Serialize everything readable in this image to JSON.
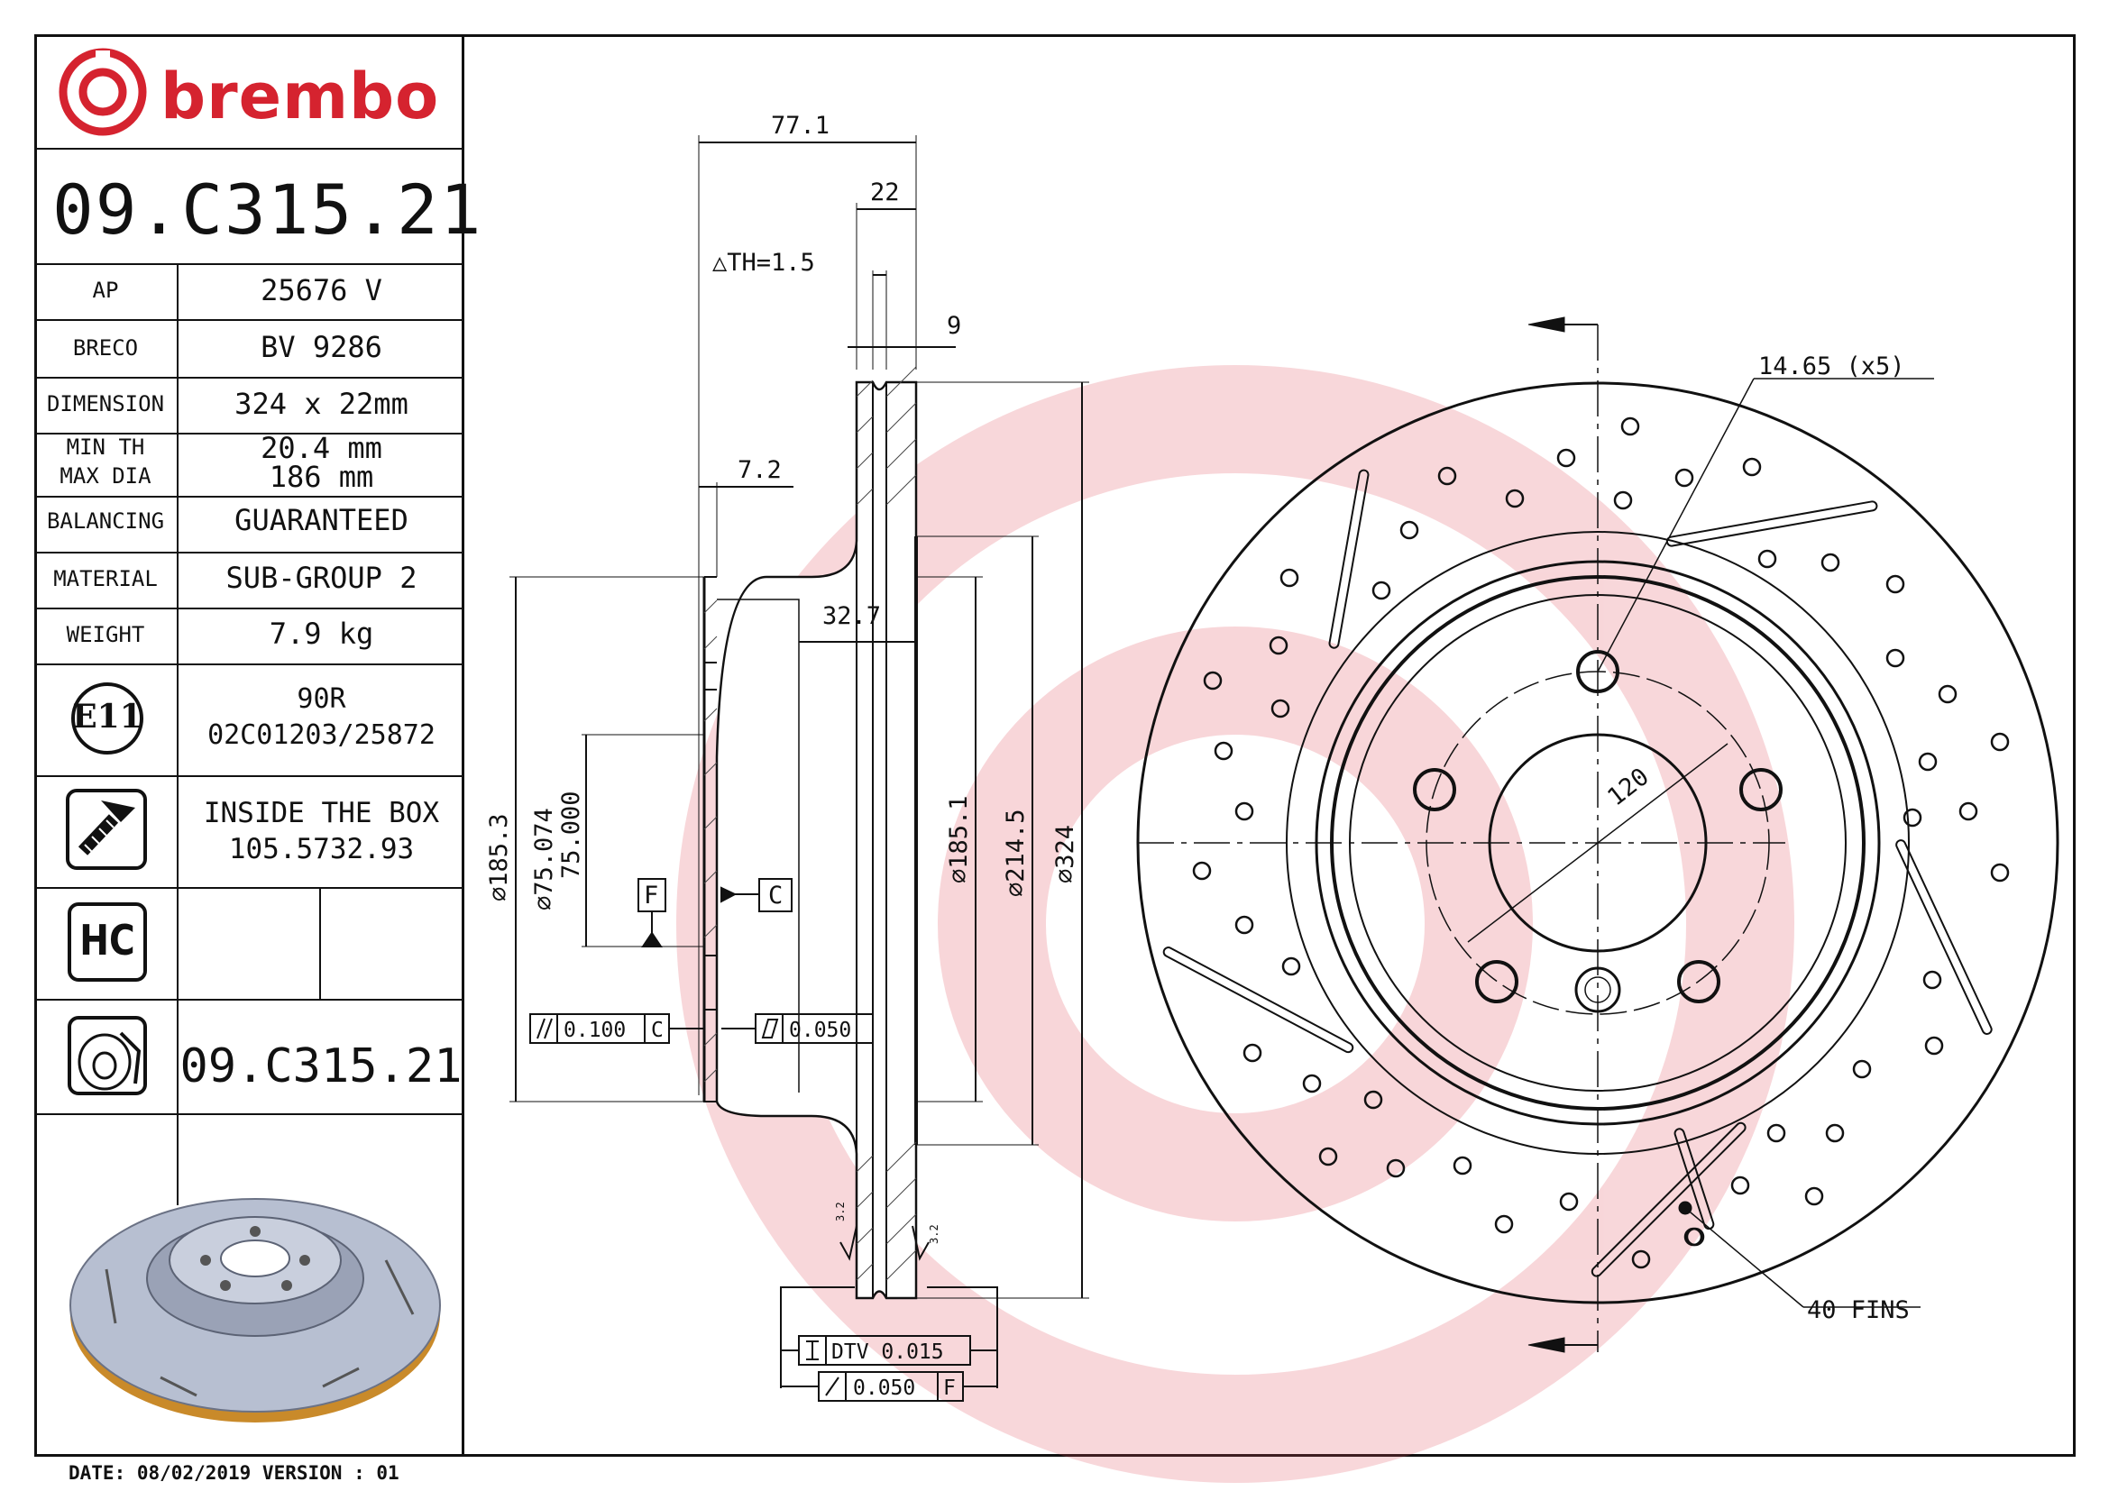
{
  "brand": {
    "name": "brembo",
    "color": "#d5232f"
  },
  "part_number": "09.C315.21",
  "specs": [
    {
      "label": "AP",
      "value": "25676 V"
    },
    {
      "label": "BRECO",
      "value": "BV 9286"
    },
    {
      "label": "DIMENSION",
      "value": "324 x 22mm"
    },
    {
      "label": "MIN TH",
      "value": "20.4 mm"
    },
    {
      "label": "MAX DIA",
      "value": "186 mm"
    },
    {
      "label": "BALANCING",
      "value": "GUARANTEED"
    },
    {
      "label": "MATERIAL",
      "value": "SUB-GROUP 2"
    },
    {
      "label": "WEIGHT",
      "value": "7.9 kg"
    }
  ],
  "homologation": {
    "mark": "E11",
    "line1": "90R",
    "line2": "02C01203/25872"
  },
  "inside_box": {
    "line1": "INSIDE THE BOX",
    "line2": "105.5732.93",
    "icon": "screw-icon"
  },
  "hc_mark": "HC",
  "disc_icon_code": "09.C315.21",
  "footer": {
    "date_line": "DATE: 08/02/2019 VERSION : 01"
  },
  "dimensions": {
    "d_77_1": "77.1",
    "d_22": "22",
    "d_th": "△TH=1.5",
    "d_9": "9",
    "d_7_2": "7.2",
    "d_32_7": "32.7",
    "d_185_3": "⌀185.3",
    "d_75_074": "⌀75.074",
    "d_75_000": "75.000",
    "d_185_1": "⌀185.1",
    "d_214_5": "⌀214.5",
    "d_324": "⌀324",
    "d_14_65": "14.65 (x5)",
    "d_120": "120",
    "fins": "40 FINS",
    "datum_f": "F",
    "datum_c": "C",
    "tol_parallel_value": "0.100",
    "tol_parallel_datum": "C",
    "tol_flat_value": "0.050",
    "tol_dtv": "DTV 0.015",
    "tol_runout_value": "0.050",
    "tol_runout_datum": "F",
    "roughness": "3.2"
  }
}
